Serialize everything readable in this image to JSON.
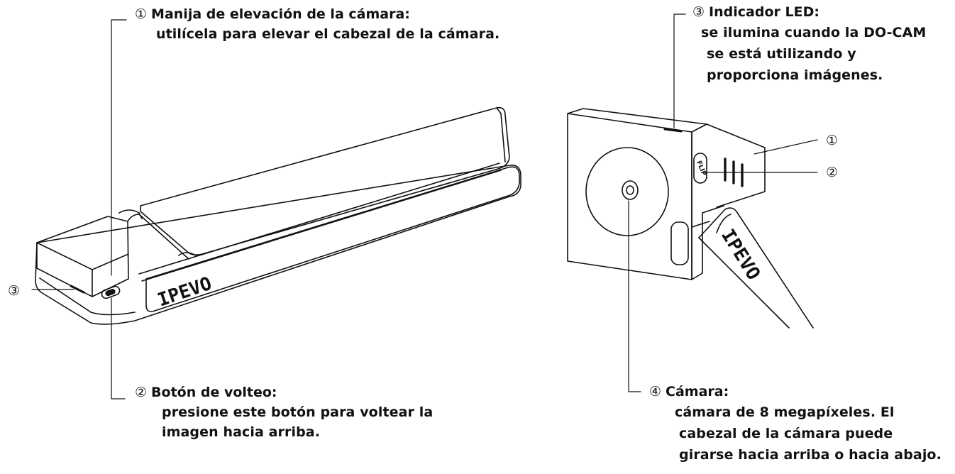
{
  "callouts": [
    {
      "number": "①",
      "title": "Manija de elevación de la cámara:",
      "desc": [
        "utilícela para elevar el cabezal de la cámara."
      ]
    },
    {
      "number": "②",
      "title": "Botón de volteo:",
      "desc": [
        "presione este botón para voltear la",
        " imagen hacia arriba."
      ]
    },
    {
      "number": "③",
      "title": "Indicador LED:",
      "desc": [
        "se ilumina cuando la DO-CAM",
        "se está utilizando y",
        "proporciona imágenes."
      ]
    },
    {
      "number": "④",
      "title": "Cámara:",
      "desc": [
        "cámara de 8 megapíxeles. El",
        "cabezal de la cámara puede",
        "girarse hacia arriba o hacia abajo."
      ]
    }
  ],
  "markers": {
    "left_led": "③",
    "right_handle": "①",
    "right_flip": "②"
  },
  "device": {
    "brand": "IPEVO",
    "flip_label": "FLIP"
  }
}
